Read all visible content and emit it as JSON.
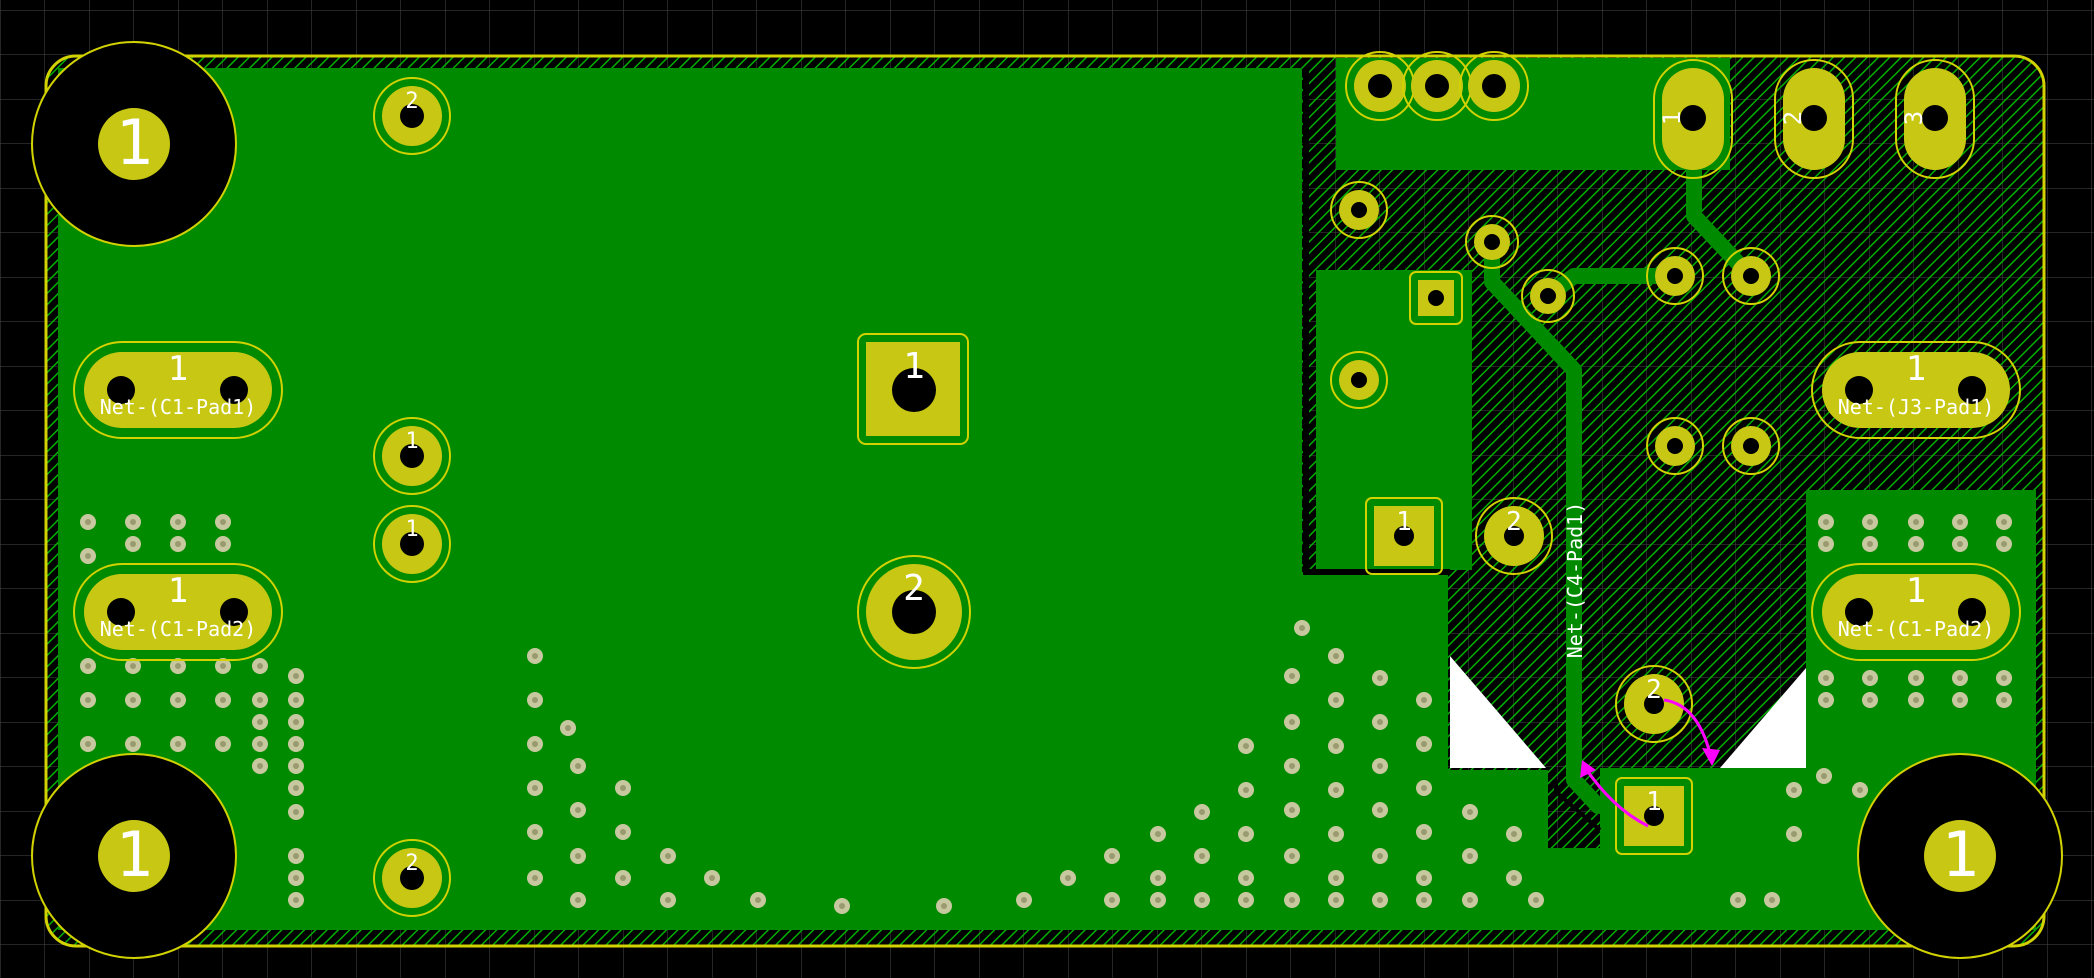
{
  "colors": {
    "background": "#000000",
    "grid": "#4a4a4a",
    "copper": "#008a00",
    "copper_fill_dark": "#007a00",
    "pad": "#c8c814",
    "pad_outline": "#d8d800",
    "board_outline": "#d2d200",
    "pad_text": "#ffffff",
    "ratsnest": "#ff00ff",
    "keepout": "#ffffff"
  },
  "pads": {
    "mount_tl": "1",
    "mount_bl": "1",
    "mount_br": "1",
    "c1_pad1": "1",
    "c1_pad2": "1",
    "j3_pad1": "1",
    "c1_pad2_right": "1",
    "center_square": "1",
    "center_round": "2",
    "left_small_top": "2",
    "left_small_mid1": "1",
    "left_small_mid2": "1",
    "left_small_bot": "2",
    "conn1": "1",
    "conn2": "2",
    "conn3": "3",
    "mid_square": "1",
    "mid_round": "2",
    "bottom_square": "1",
    "bottom_round": "2"
  },
  "nets": {
    "c1_pad1": "Net-(C1-Pad1)",
    "c1_pad2": "Net-(C1-Pad2)",
    "j3_pad1": "Net-(J3-Pad1)",
    "c1_pad2_right": "Net-(C1-Pad2)",
    "c4_pad1_trace": "Net-(C4-Pad1)"
  }
}
